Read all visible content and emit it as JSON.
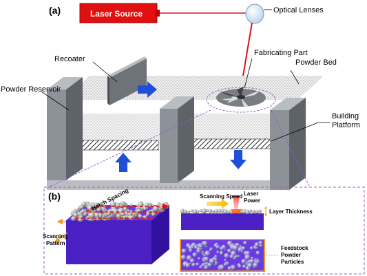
{
  "panel_a": {
    "label": "(a)",
    "laser_source": "Laser Source",
    "optical_lenses": "Optical Lenses",
    "recoater": "Recoater",
    "fabricating_part": "Fabricating Part",
    "powder_bed": "Powder Bed",
    "powder_reservoir": "Powder Reservoir",
    "building_platform_line1": "Building",
    "building_platform_line2": "Platform"
  },
  "panel_b": {
    "label": "(b)",
    "hatch_spacing": "Hatch Spacing",
    "scanning_pattern_line1": "Scanning",
    "scanning_pattern_line2": "Pattern",
    "scanning_speed": "Scanning Speed",
    "laser_power_line1": "Laser",
    "laser_power_line2": "Power",
    "layer_thickness": "Layer Thickness",
    "feedstock_line1": "Feedstock",
    "feedstock_line2": "Powder",
    "feedstock_line3": "Particles"
  },
  "colors": {
    "laser_red": "#e01010",
    "laser_box_text": "#ffffff",
    "wall_front": "#8d9298",
    "wall_side": "#5e636a",
    "wall_top": "#b9bdc2",
    "arrow_blue": "#1f4fd8",
    "powder_purple": "#5a2ad6",
    "dashed_purple": "#9b59c9",
    "scan_orange": "#f29b1f"
  }
}
